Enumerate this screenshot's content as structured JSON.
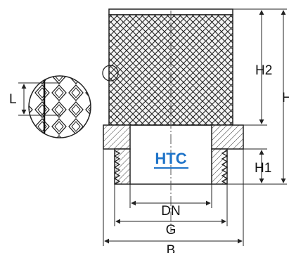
{
  "logo": {
    "text": "HTC",
    "color": "#1e73c8"
  },
  "dimensions": {
    "h2": "H2",
    "h": "H",
    "h1": "H1",
    "l": "L",
    "dn": "DN",
    "g": "G",
    "b": "B"
  },
  "colors": {
    "line": "#222222",
    "mesh_fill": "#f4f4f4",
    "centerline": "#555555"
  }
}
